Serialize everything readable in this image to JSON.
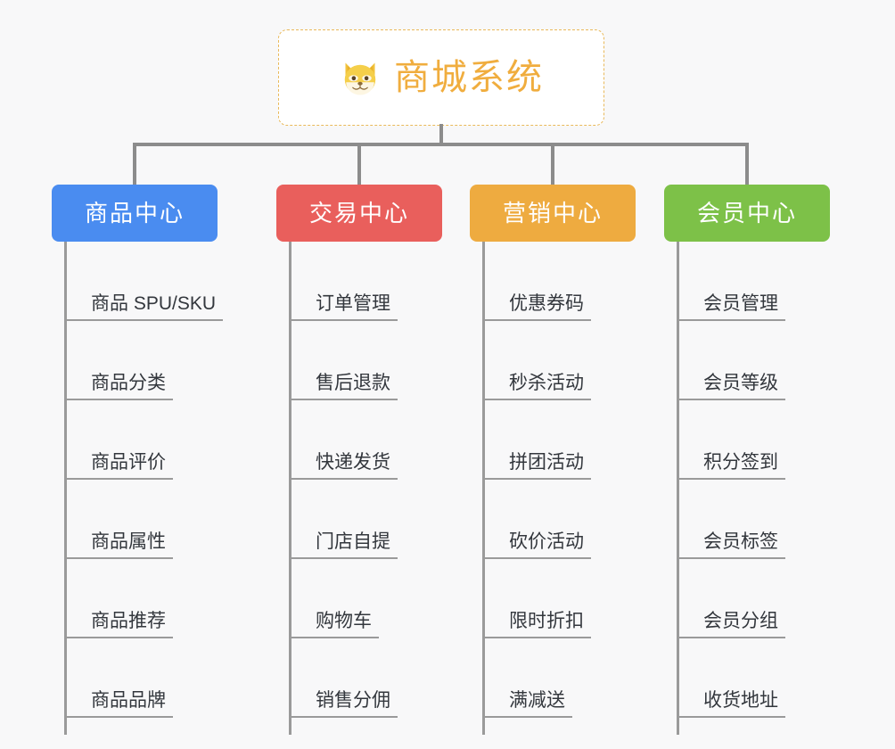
{
  "root": {
    "title": "商城系统",
    "icon": "shiba-dog-icon",
    "border_color": "#e9b95a",
    "text_color": "#f0ad3e",
    "background": "#ffffff"
  },
  "canvas": {
    "background": "#f8f8f9",
    "connector_color": "#8c8c8c",
    "spine_color": "#9a9a9a",
    "leaf_text_color": "#33373d"
  },
  "categories": [
    {
      "label": "商品中心",
      "color": "#4a8cf0",
      "items": [
        "商品 SPU/SKU",
        "商品分类",
        "商品评价",
        "商品属性",
        "商品推荐",
        "商品品牌"
      ]
    },
    {
      "label": "交易中心",
      "color": "#e95f5c",
      "items": [
        "订单管理",
        "售后退款",
        "快递发货",
        "门店自提",
        "购物车",
        "销售分佣"
      ]
    },
    {
      "label": "营销中心",
      "color": "#eeab40",
      "items": [
        "优惠券码",
        "秒杀活动",
        "拼团活动",
        "砍价活动",
        "限时折扣",
        "满减送"
      ]
    },
    {
      "label": "会员中心",
      "color": "#7dc148",
      "items": [
        "会员管理",
        "会员等级",
        "积分签到",
        "会员标签",
        "会员分组",
        "收货地址"
      ]
    }
  ]
}
